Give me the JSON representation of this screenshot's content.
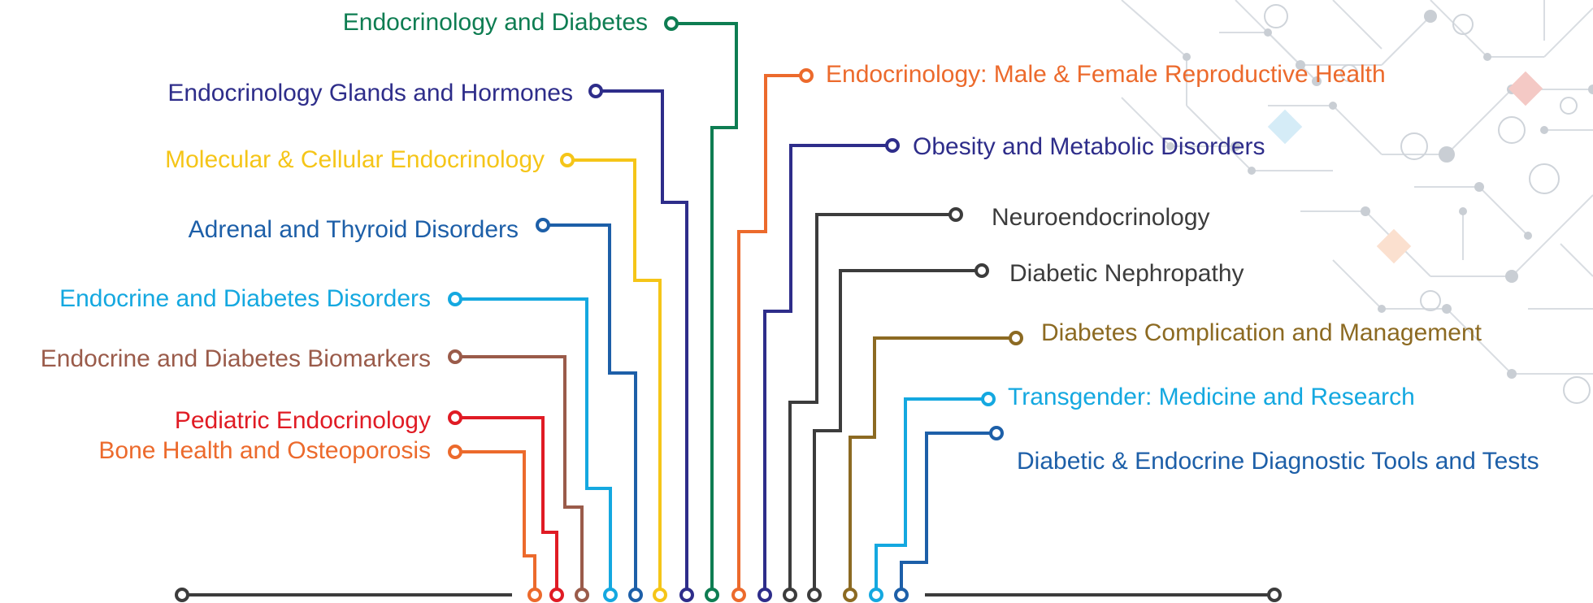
{
  "topics": [
    {
      "id": "t1",
      "label": "Endocrinology and Diabetes",
      "color": "#0e7d52"
    },
    {
      "id": "t2",
      "label": "Endocrinology Glands and Hormones",
      "color": "#2e2d8a"
    },
    {
      "id": "t3",
      "label": "Molecular & Cellular Endocrinology",
      "color": "#f5c518"
    },
    {
      "id": "t4",
      "label": "Adrenal and Thyroid Disorders",
      "color": "#1d5fa8"
    },
    {
      "id": "t5",
      "label": "Endocrine and Diabetes Disorders",
      "color": "#14a8e0"
    },
    {
      "id": "t6",
      "label": "Endocrine and Diabetes Biomarkers",
      "color": "#9a5b4a"
    },
    {
      "id": "t7",
      "label": "Pediatric Endocrinology",
      "color": "#e01b24"
    },
    {
      "id": "t8",
      "label": "Bone Health and Osteoporosis",
      "color": "#ec6a2c"
    },
    {
      "id": "t9",
      "label": "Endocrinology: Male & Female Reproductive Health",
      "color": "#ec6a2c"
    },
    {
      "id": "t10",
      "label": "Obesity and Metabolic Disorders",
      "color": "#2e2d8a"
    },
    {
      "id": "t11",
      "label": "Neuroendocrinology",
      "color": "#3c3c3c"
    },
    {
      "id": "t12",
      "label": "Diabetic Nephropathy",
      "color": "#3c3c3c"
    },
    {
      "id": "t13",
      "label": "Diabetes Complication and Management",
      "color": "#8c6a22"
    },
    {
      "id": "t14",
      "label": "Transgender: Medicine and Research",
      "color": "#14a8e0"
    },
    {
      "id": "t15",
      "label": "Diabetic & Endocrine Diagnostic Tools and Tests",
      "color": "#1d5fa8"
    }
  ],
  "baseline_color": "#3c3c3c"
}
